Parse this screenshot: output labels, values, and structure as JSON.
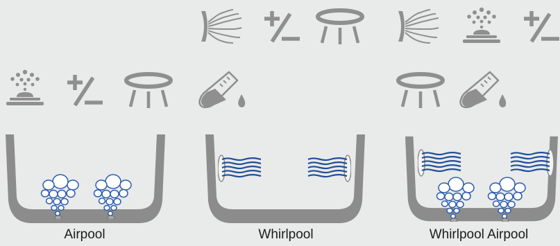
{
  "colors": {
    "background": "#e9eaea",
    "icon": "#8f8f8f",
    "tub": "#8c8c8c",
    "water_jet": "#1f4e9a",
    "bubble": "#2a5cb0"
  },
  "columns": [
    {
      "caption": "Airpool",
      "icons": [
        "fountain-icon",
        "plus-minus-icon",
        "heater-plate-icon"
      ]
    },
    {
      "caption": "Whirlpool",
      "icons": [
        "water-jet-icon",
        "plus-minus-icon",
        "heater-plate-icon",
        "test-tube-icon"
      ]
    },
    {
      "caption": "Whirlpool Airpool",
      "icons": [
        "water-jet-icon",
        "fountain-icon",
        "plus-minus-icon",
        "heater-plate-icon",
        "test-tube-icon"
      ]
    }
  ]
}
